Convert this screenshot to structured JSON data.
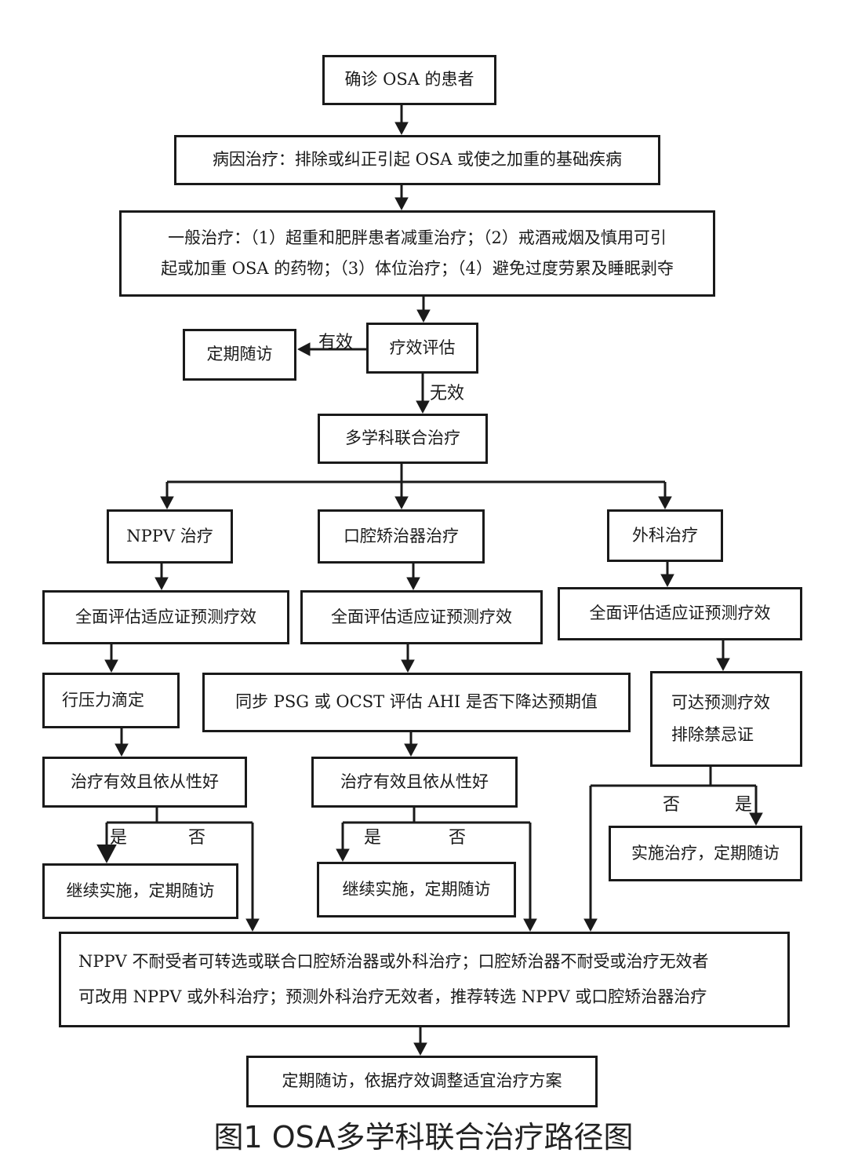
{
  "nodes": {
    "confirmed": "确诊 OSA 的患者",
    "etiology": "病因治疗：排除或纠正引起 OSA 或使之加重的基础疾病",
    "general": [
      "一般治疗：（1）超重和肥胖患者减重治疗；（2）戒酒戒烟及慎用可引",
      "起或加重 OSA 的药物；（3）体位治疗；（4）避免过度劳累及睡眠剥夺"
    ],
    "assess": "疗效评估",
    "followup": "定期随访",
    "multidisciplinary": "多学科联合治疗",
    "branches": {
      "nppv": {
        "title": "NPPV 治疗",
        "evaluate": "全面评估适应证预测疗效",
        "step": "行压力滴定",
        "check": "治疗有效且依从性好",
        "continue": "继续实施，定期随访"
      },
      "oral": {
        "title": "口腔矫治器治疗",
        "evaluate": "全面评估适应证预测疗效",
        "step": "同步 PSG 或 OCST 评估 AHI 是否下降达预期值",
        "check": "治疗有效且依从性好",
        "continue": "继续实施，定期随访"
      },
      "surgery": {
        "title": "外科治疗",
        "evaluate": "全面评估适应证预测疗效",
        "step": [
          "可达预测疗效",
          "排除禁忌证"
        ],
        "continue": "实施治疗，定期随访"
      }
    },
    "fallback": [
      "NPPV 不耐受者可转选或联合口腔矫治器或外科治疗；口腔矫治器不耐受或治疗无效者",
      "可改用 NPPV 或外科治疗；预测外科治疗无效者，推荐转选 NPPV 或口腔矫治器治疗"
    ],
    "final": "定期随访，依据疗效调整适宜治疗方案"
  },
  "edge_labels": {
    "effective": "有效",
    "ineffective": "无效",
    "yes": "是",
    "no": "否"
  },
  "caption": "图1 OSA多学科联合治疗路径图"
}
